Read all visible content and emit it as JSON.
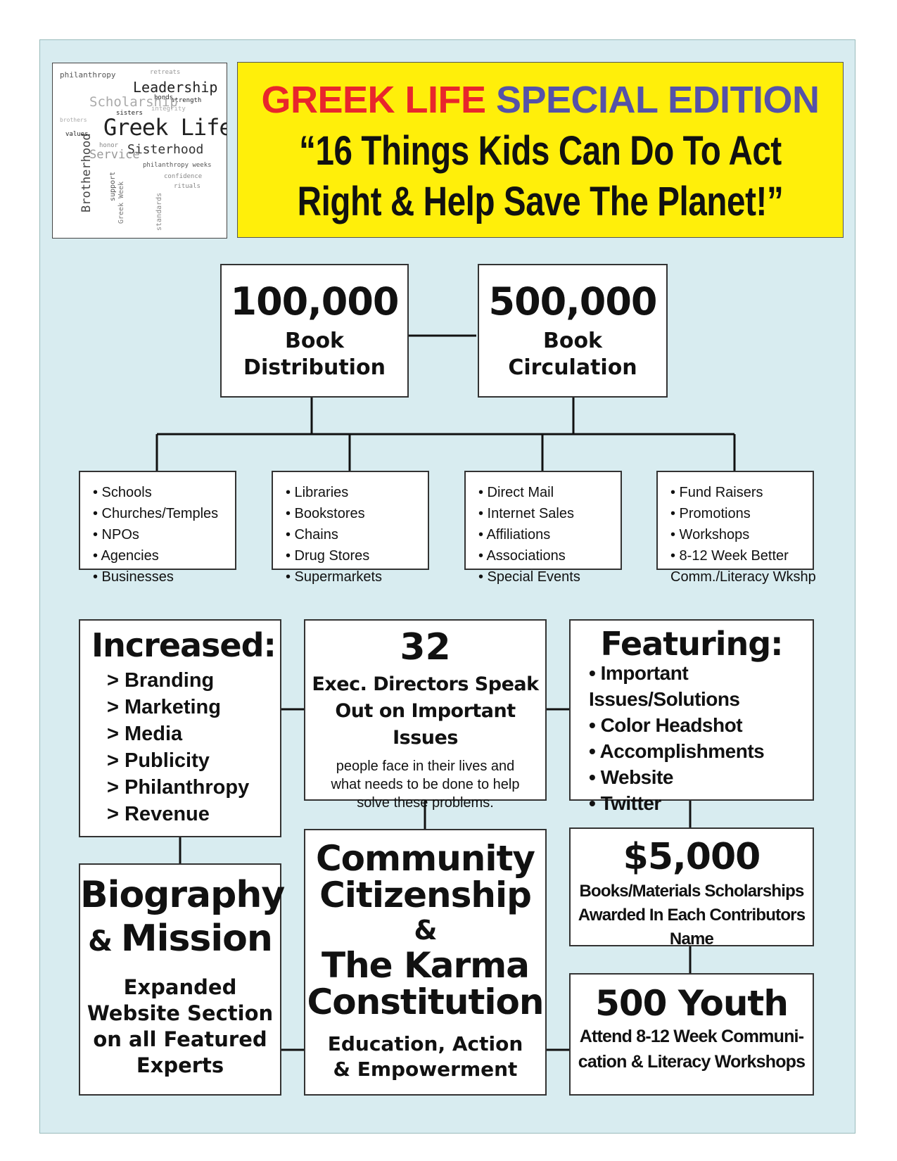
{
  "word_cloud": {
    "words": [
      "philanthropy",
      "retreats",
      "Leadership",
      "bonds",
      "strength",
      "Scholarship",
      "sisters",
      "integrity",
      "brothers",
      "Greek Life",
      "values",
      "honor",
      "Sisterhood",
      "Service",
      "philanthropy weeks",
      "confidence",
      "rituals",
      "Brotherhood",
      "support",
      "Greek Week",
      "standards"
    ]
  },
  "title": {
    "part1": "GREEK LIFE",
    "part2": "SPECIAL EDITION",
    "quote_line1": "“16 Things Kids Can Do To Act",
    "quote_line2": "Right & Help Save The Planet!”",
    "colors": {
      "background": "#ffef0a",
      "red": "#e8262c",
      "blue": "#5552a8"
    }
  },
  "distribution": {
    "number": "100,000",
    "label_line1": "Book",
    "label_line2": "Distribution"
  },
  "circulation": {
    "number": "500,000",
    "label_line1": "Book",
    "label_line2": "Circulation"
  },
  "channels": [
    [
      "• Schools",
      "• Churches/Temples",
      "• NPOs",
      "• Agencies",
      "• Businesses"
    ],
    [
      "• Libraries",
      "• Bookstores",
      "• Chains",
      "• Drug Stores",
      "• Supermarkets"
    ],
    [
      "• Direct Mail",
      "• Internet Sales",
      "• Affiliations",
      "• Associations",
      "• Special Events"
    ],
    [
      "• Fund Raisers",
      "• Promotions",
      "• Workshops",
      "• 8-12 Week Better",
      "Comm./Literacy Wkshp"
    ]
  ],
  "increased": {
    "heading": "Increased:",
    "items": [
      "> Branding",
      "> Marketing",
      "> Media",
      "> Publicity",
      "> Philanthropy",
      "> Revenue"
    ]
  },
  "directors": {
    "number": "32",
    "title_line1": "Exec. Directors Speak",
    "title_line2": "Out on Important Issues",
    "desc_line1": "people face in their lives and",
    "desc_line2": "what needs to be done to help",
    "desc_line3": "solve these problems."
  },
  "featuring": {
    "heading": "Featuring:",
    "items": [
      "• Important Issues/Solutions",
      "• Color Headshot",
      "• Accomplishments",
      "• Website",
      "• Twitter"
    ]
  },
  "biography": {
    "title_line1": "Biography",
    "title_amp": "& ",
    "title_line2": "Mission",
    "desc": [
      "Expanded",
      "Website Section",
      "on all Featured",
      "Experts"
    ]
  },
  "community": {
    "line1": "Community",
    "line2": "Citizenship",
    "amp": "&",
    "line3": "The Karma",
    "line4": "Constitution",
    "sub1": "Education, Action",
    "sub2": "& Empowerment"
  },
  "scholarship": {
    "amount": "$5,000",
    "line1": "Books/Materials Scholarships",
    "line2": "Awarded In Each Contributors Name"
  },
  "youth": {
    "heading": "500 Youth",
    "line1": "Attend 8-12 Week Communi-",
    "line2": "cation & Literacy Workshops"
  }
}
